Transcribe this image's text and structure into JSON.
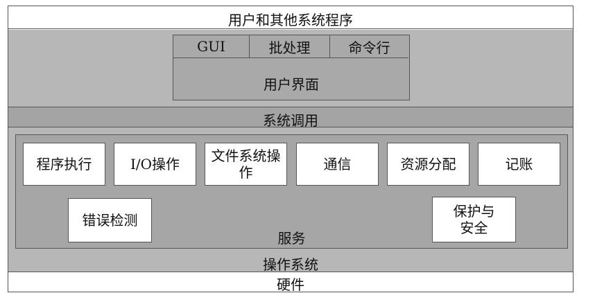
{
  "diagram": {
    "top_layer": "用户和其他系统程序",
    "user_interface": {
      "tabs": [
        "GUI",
        "批处理",
        "命令行"
      ],
      "label": "用户界面"
    },
    "system_call": "系统调用",
    "services": {
      "items": [
        "程序执行",
        "I/O操作",
        "文件系统操作",
        "通信",
        "资源分配",
        "记账",
        "错误检测",
        "保护与安全"
      ],
      "label": "服务"
    },
    "os_label": "操作系统",
    "hardware": "硬件"
  }
}
